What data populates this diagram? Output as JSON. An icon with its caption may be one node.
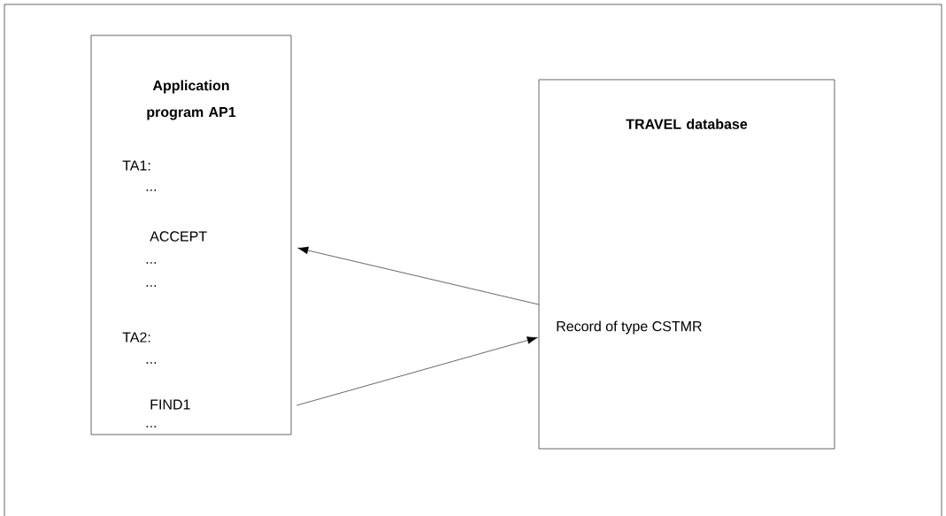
{
  "diagram": {
    "nodes": [
      {
        "text": [
          "Application program AP1",
          "TA1:",
          "...",
          "ACCEPT",
          "...",
          "...",
          "TA2:",
          "...",
          "FIND1",
          "..."
        ]
      },
      {
        "text": [
          "TRAVEL  database",
          "Record of type CSTMR"
        ]
      }
    ],
    "edges": [
      {
        "from": 1,
        "to": 0,
        "arrow": "to"
      },
      {
        "from": 0,
        "to": 1,
        "arrow": "to"
      }
    ]
  }
}
